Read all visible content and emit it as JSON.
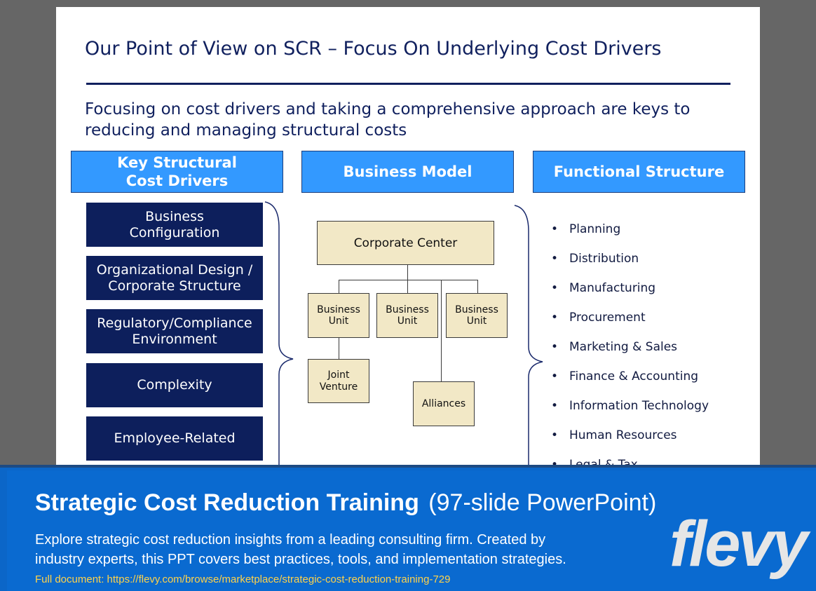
{
  "slide": {
    "title": "Our Point of View on SCR – Focus On Underlying Cost Drivers",
    "subtitle": "Focusing on cost drivers and taking a comprehensive approach are keys to reducing and managing structural costs",
    "headers": {
      "drivers": "Key Structural Cost Drivers",
      "business_model": "Business Model",
      "functional": "Functional Structure"
    },
    "drivers": [
      "Business Configuration",
      "Organizational Design / Corporate Structure",
      "Regulatory/Compliance Environment",
      "Complexity",
      "Employee-Related"
    ],
    "org_chart": {
      "corporate": "Corporate Center",
      "units": [
        "Business Unit",
        "Business Unit",
        "Business Unit"
      ],
      "joint_venture": "Joint Venture",
      "alliances": "Alliances"
    },
    "functions": [
      "Planning",
      "Distribution",
      "Manufacturing",
      "Procurement",
      "Marketing & Sales",
      "Finance & Accounting",
      "Information Technology",
      "Human Resources",
      "Legal & Tax"
    ]
  },
  "banner": {
    "title_main": "Strategic Cost Reduction Training",
    "title_sub": "(97-slide PowerPoint)",
    "description": "Explore strategic cost reduction insights from a leading consulting firm. Created by industry experts, this PPT covers best practices, tools, and implementation strategies.",
    "link": "Full document: https://flevy.com/browse/marketplace/strategic-cost-reduction-training-729",
    "logo": "flevy"
  }
}
